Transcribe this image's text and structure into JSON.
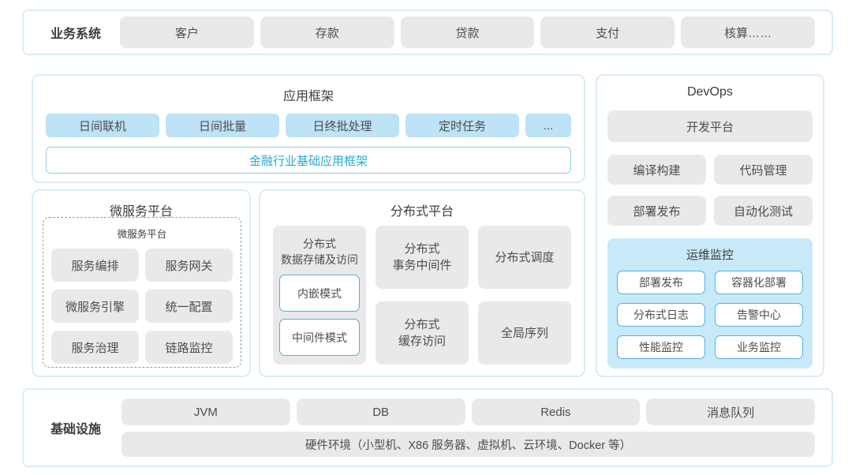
{
  "colors": {
    "border_light": "#d9edf5",
    "chip_gray": "#e9e9e9",
    "chip_blue": "#bee2f6",
    "ops_bg": "#c8e9f8",
    "accent_blue": "#4fb1e2",
    "finance_border": "#8ed0e6",
    "finance_text": "#2ba9cd",
    "text_main": "#4d4d4d",
    "title_text": "#3c3c3c"
  },
  "business_systems": {
    "label": "业务系统",
    "items": [
      "客户",
      "存款",
      "贷款",
      "支付",
      "核算……"
    ]
  },
  "app_framework": {
    "title": "应用框架",
    "runtime_modes": [
      "日间联机",
      "日间批量",
      "日终批处理",
      "定时任务",
      "..."
    ],
    "base_framework": "金融行业基础应用框架"
  },
  "devops": {
    "title": "DevOps",
    "dev_platform": "开发平台",
    "tools": [
      "编译构建",
      "代码管理",
      "部署发布",
      "自动化测试"
    ],
    "ops_monitoring": {
      "title": "运维监控",
      "items": [
        "部署发布",
        "容器化部署",
        "分布式日志",
        "告警中心",
        "性能监控",
        "业务监控"
      ]
    }
  },
  "microservice_platform": {
    "title": "微服务平台",
    "inner_title": "微服务平台",
    "items": [
      "服务编排",
      "服务网关",
      "微服务引擎",
      "统一配置",
      "服务治理",
      "链路监控"
    ]
  },
  "distributed_platform": {
    "title": "分布式平台",
    "data_storage": {
      "label": "分布式\n数据存储及访问",
      "modes": [
        "内嵌模式",
        "中间件模式"
      ]
    },
    "middle_column": [
      "分布式\n事务中间件",
      "分布式\n缓存访问"
    ],
    "right_column": [
      "分布式调度",
      "全局序列"
    ]
  },
  "infrastructure": {
    "label": "基础设施",
    "items": [
      "JVM",
      "DB",
      "Redis",
      "消息队列"
    ],
    "hardware": "硬件环境（小型机、X86 服务器、虚拟机、云环境、Docker 等）"
  }
}
